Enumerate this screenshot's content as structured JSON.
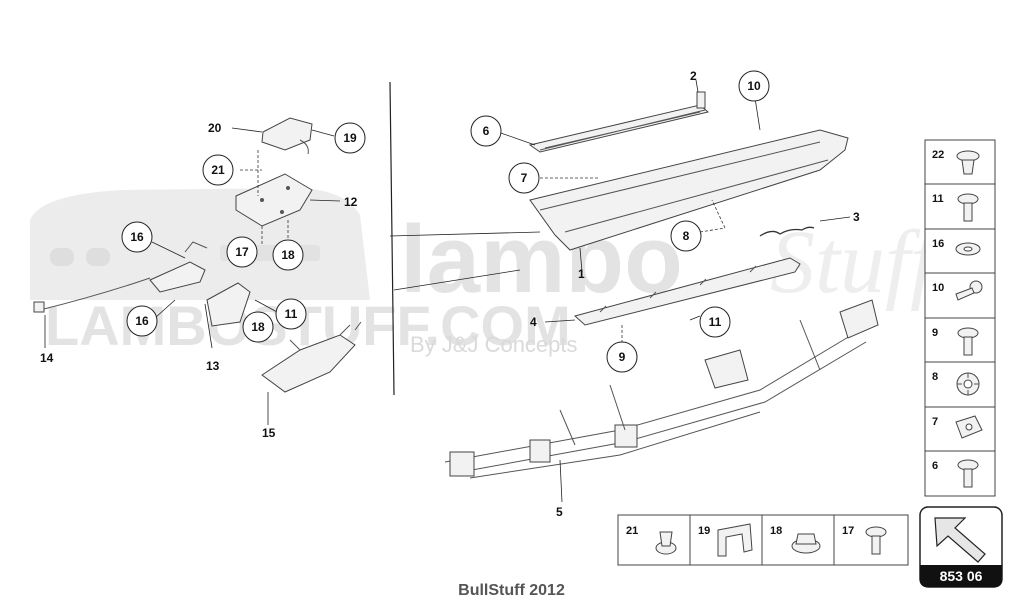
{
  "watermark": {
    "brand_main": "lambo",
    "brand_script": "Stuff",
    "site": "LAMBOSTUFF.COM",
    "tagline": "By J&J Concepts"
  },
  "callouts": {
    "n1": "1",
    "n2": "2",
    "n3": "3",
    "n4": "4",
    "n5": "5",
    "n6": "6",
    "n7": "7",
    "n8": "8",
    "n9": "9",
    "n10": "10",
    "n11": "11",
    "n11b": "11",
    "n12": "12",
    "n13": "13",
    "n14": "14",
    "n15": "15",
    "n16": "16",
    "n16b": "16",
    "n17": "17",
    "n18": "18",
    "n18b": "18",
    "n19": "19",
    "n20": "20",
    "n21": "21"
  },
  "side_legend": [
    {
      "label": "22",
      "icon": "push-clip-icon"
    },
    {
      "label": "11",
      "icon": "screw-icon"
    },
    {
      "label": "16",
      "icon": "washer-icon"
    },
    {
      "label": "10",
      "icon": "bolt-icon"
    },
    {
      "label": "9",
      "icon": "screw-icon"
    },
    {
      "label": "8",
      "icon": "lock-washer-icon"
    },
    {
      "label": "7",
      "icon": "clip-nut-icon"
    },
    {
      "label": "6",
      "icon": "screw-icon"
    }
  ],
  "bottom_legend": [
    {
      "label": "21",
      "icon": "expansion-clip-icon"
    },
    {
      "label": "19",
      "icon": "bracket-clip-icon"
    },
    {
      "label": "18",
      "icon": "flange-nut-icon"
    },
    {
      "label": "17",
      "icon": "screw-icon"
    }
  ],
  "diagram_code": "853 06",
  "footer": "BullStuff 2012"
}
